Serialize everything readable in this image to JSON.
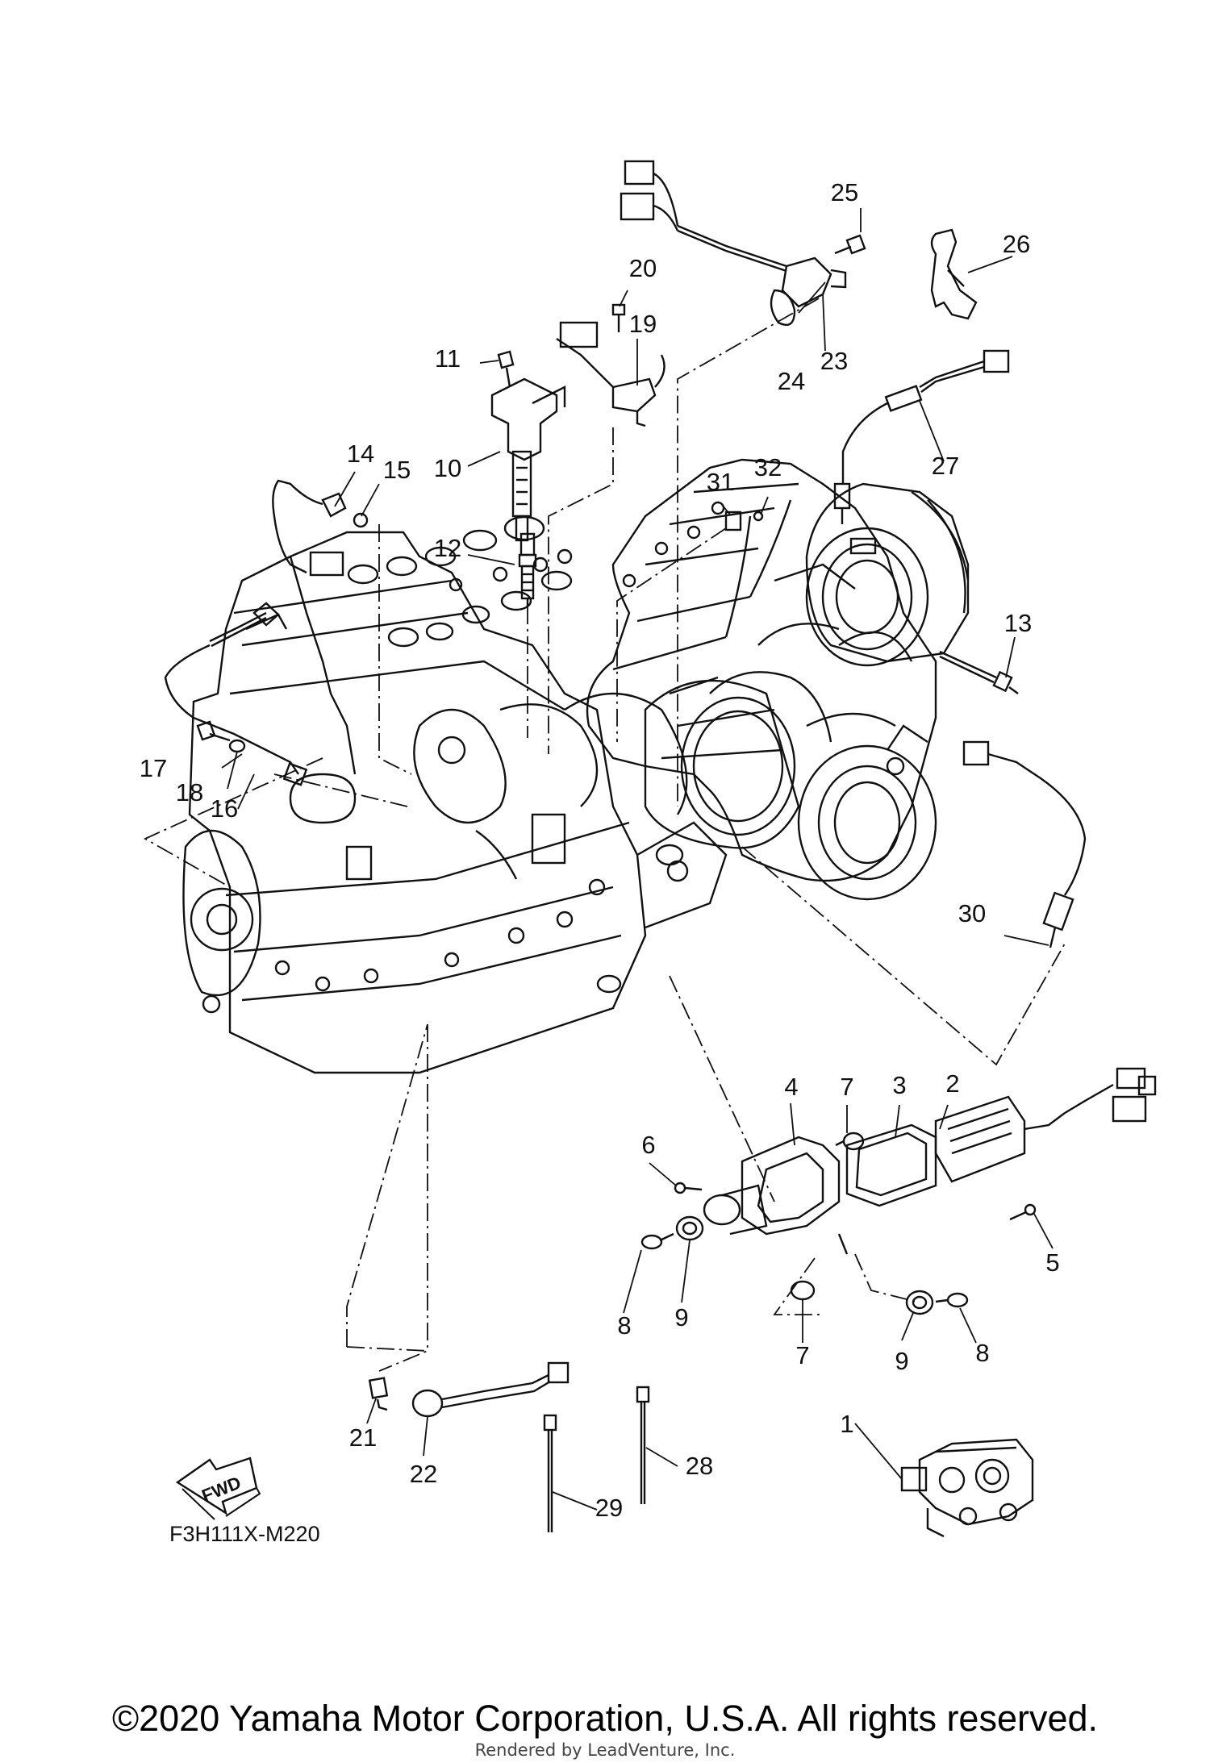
{
  "diagram_code": "F3H111X-M220",
  "fwd_label": "FWD",
  "copyright": "©2020 Yamaha Motor Corporation, U.S.A. All rights reserved.",
  "rendered_by": "Rendered by LeadVenture, Inc.",
  "callouts": {
    "c1": "1",
    "c2": "2",
    "c3": "3",
    "c4": "4",
    "c5": "5",
    "c6": "6",
    "c7a": "7",
    "c7b": "7",
    "c8a": "8",
    "c8b": "8",
    "c9a": "9",
    "c9b": "9",
    "c10": "10",
    "c11": "11",
    "c12": "12",
    "c13": "13",
    "c14": "14",
    "c15": "15",
    "c16": "16",
    "c17": "17",
    "c18": "18",
    "c19": "19",
    "c20": "20",
    "c21": "21",
    "c22": "22",
    "c23": "23",
    "c24": "24",
    "c25": "25",
    "c26": "26",
    "c27": "27",
    "c28": "28",
    "c29": "29",
    "c30": "30",
    "c31": "31",
    "c32": "32"
  }
}
